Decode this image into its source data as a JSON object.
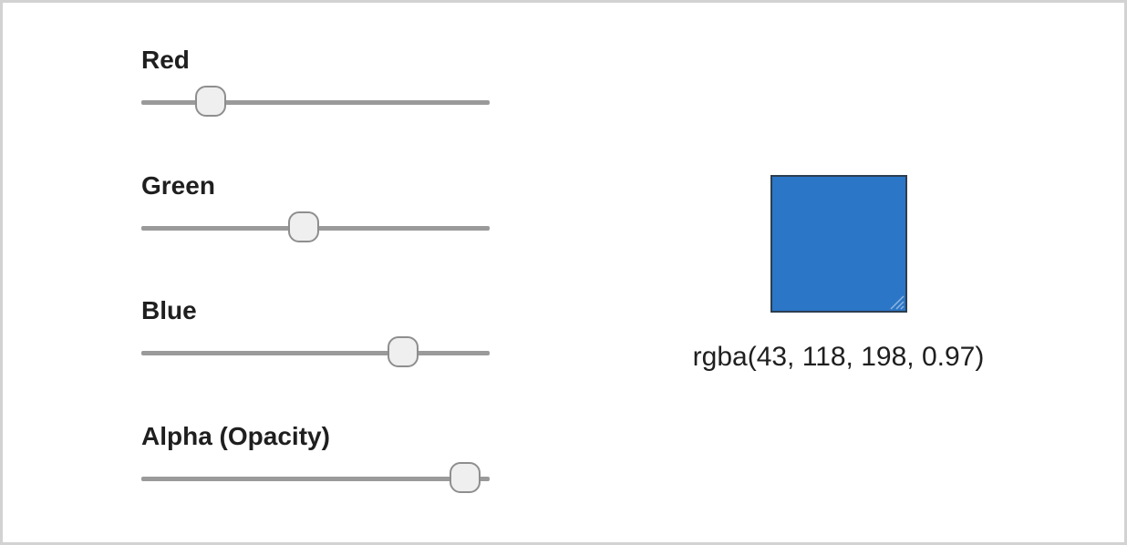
{
  "sliders": {
    "red": {
      "label": "Red",
      "value": 43,
      "max": 255
    },
    "green": {
      "label": "Green",
      "value": 118,
      "max": 255
    },
    "blue": {
      "label": "Blue",
      "value": 198,
      "max": 255
    },
    "alpha": {
      "label": "Alpha (Opacity)",
      "value": 0.97,
      "max": 1
    }
  },
  "preview": {
    "readout": "rgba(43, 118, 198, 0.97)",
    "color": "#2b76c6"
  },
  "icons": {
    "resize_grip": "resize-grip-icon"
  }
}
